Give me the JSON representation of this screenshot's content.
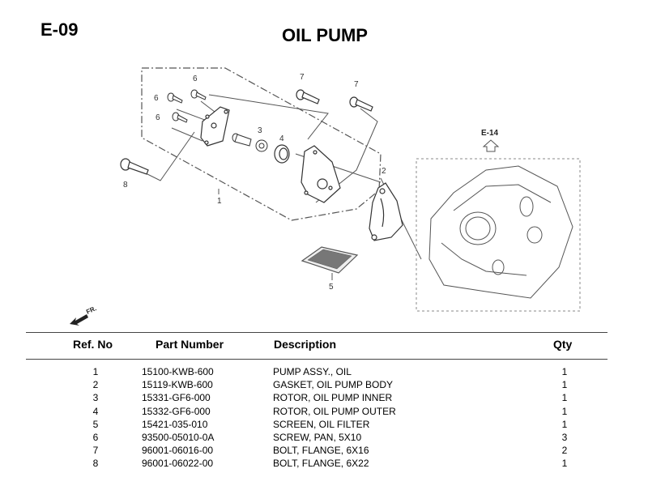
{
  "header": {
    "section_code": "E-09",
    "title": "OIL PUMP"
  },
  "diagram": {
    "callouts": [
      "1",
      "2",
      "3",
      "4",
      "5",
      "6",
      "6",
      "6",
      "7",
      "7",
      "8"
    ],
    "reference_label": "E-14",
    "front_indicator": "FR.",
    "icons": [
      "up-arrow-icon",
      "front-arrow-icon"
    ]
  },
  "table": {
    "columns": [
      "Ref. No",
      "Part Number",
      "Description",
      "Qty"
    ],
    "rows": [
      {
        "ref": "1",
        "part_number": "15100-KWB-600",
        "description": "PUMP ASSY., OIL",
        "qty": "1"
      },
      {
        "ref": "2",
        "part_number": "15119-KWB-600",
        "description": "GASKET, OIL PUMP BODY",
        "qty": "1"
      },
      {
        "ref": "3",
        "part_number": "15331-GF6-000",
        "description": "ROTOR, OIL PUMP INNER",
        "qty": "1"
      },
      {
        "ref": "4",
        "part_number": "15332-GF6-000",
        "description": "ROTOR, OIL PUMP OUTER",
        "qty": "1"
      },
      {
        "ref": "5",
        "part_number": "15421-035-010",
        "description": "SCREEN, OIL FILTER",
        "qty": "1"
      },
      {
        "ref": "6",
        "part_number": "93500-05010-0A",
        "description": "SCREW, PAN, 5X10",
        "qty": "3"
      },
      {
        "ref": "7",
        "part_number": "96001-06016-00",
        "description": "BOLT, FLANGE, 6X16",
        "qty": "2"
      },
      {
        "ref": "8",
        "part_number": "96001-06022-00",
        "description": "BOLT, FLANGE, 6X22",
        "qty": "1"
      }
    ]
  }
}
